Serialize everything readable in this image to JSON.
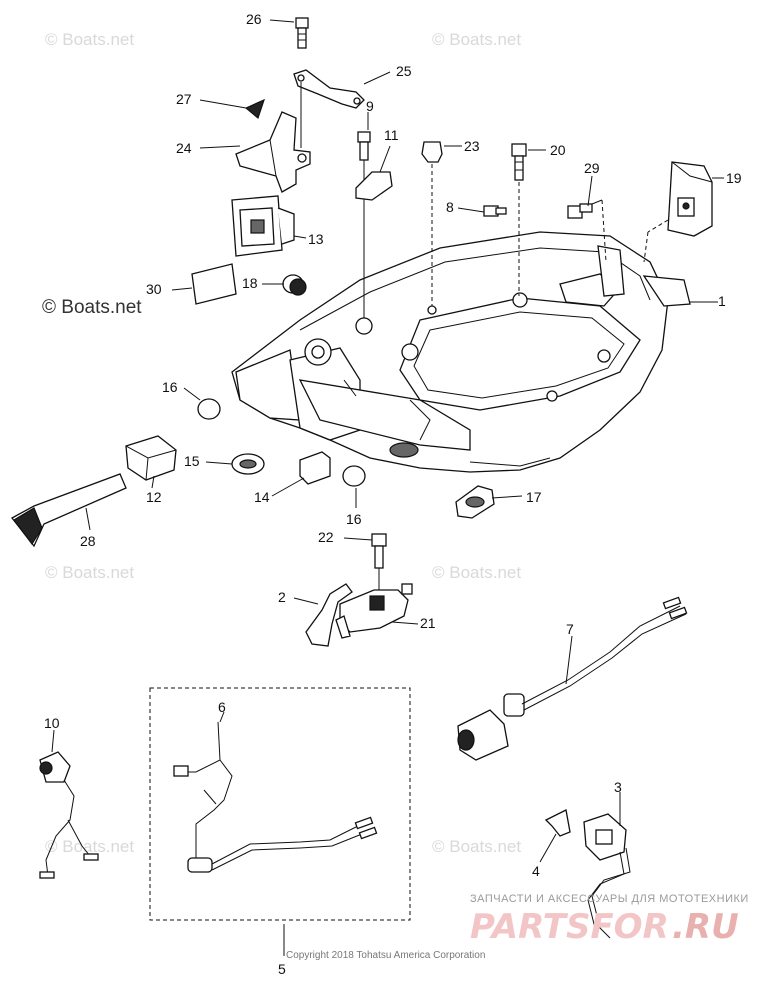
{
  "watermark": "© Boats.net",
  "watermark_large": "© Boats.net",
  "copyright": "Copyright 2018 Tohatsu America Corporation",
  "brand": {
    "tagline": "ЗАПЧАСТИ И АКСЕССУАРЫ ДЛЯ МОТОТЕХНИКИ",
    "name": "PARTSFOR",
    "suffix": ".RU"
  },
  "callouts": [
    "1",
    "2",
    "3",
    "4",
    "5",
    "6",
    "7",
    "8",
    "9",
    "10",
    "11",
    "12",
    "13",
    "14",
    "15",
    "16",
    "16",
    "17",
    "18",
    "19",
    "20",
    "21",
    "22",
    "23",
    "24",
    "25",
    "26",
    "27",
    "28",
    "29",
    "30"
  ],
  "colors": {
    "ink": "#111111",
    "watermark": "#d9d9d9",
    "brand": "#f2c6c6"
  }
}
